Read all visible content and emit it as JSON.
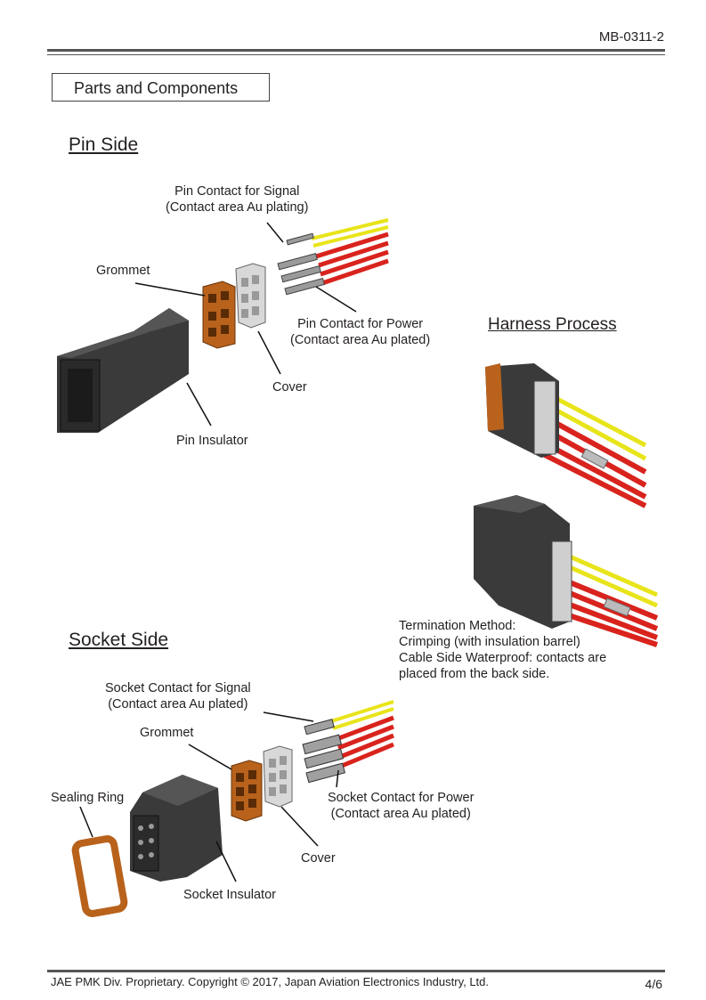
{
  "header": {
    "doc_id": "MB-0311-2"
  },
  "parts_title": "Parts and Components",
  "pin_side": {
    "heading": "Pin Side",
    "labels": {
      "signal_contact": [
        "Pin Contact for Signal",
        "(Contact area Au plating)"
      ],
      "grommet": "Grommet",
      "power_contact": [
        "Pin Contact for Power",
        "(Contact area Au plated)"
      ],
      "cover": "Cover",
      "insulator": "Pin Insulator"
    }
  },
  "harness": {
    "heading": "Harness Process",
    "termination": [
      "Termination Method:",
      "Crimping (with insulation barrel)",
      "Cable Side Waterproof: contacts are",
      "placed from the back side."
    ]
  },
  "socket_side": {
    "heading": "Socket Side",
    "labels": {
      "signal_contact": [
        "Socket Contact for Signal",
        "(Contact area Au plated)"
      ],
      "grommet": "Grommet",
      "sealing_ring": "Sealing Ring",
      "power_contact": [
        "Socket Contact for Power",
        "(Contact area Au plated)"
      ],
      "cover": "Cover",
      "insulator": "Socket Insulator"
    }
  },
  "footer": {
    "copyright": "JAE PMK Div. Proprietary. Copyright ©  2017, Japan Aviation Electronics Industry, Ltd.",
    "page": "4/6"
  },
  "colors": {
    "wire_red": "#d9231d",
    "wire_yellow": "#e8e41a",
    "housing": "#3a3a3a",
    "grommet": "#b8621c",
    "cover": "#d8d8d8"
  }
}
